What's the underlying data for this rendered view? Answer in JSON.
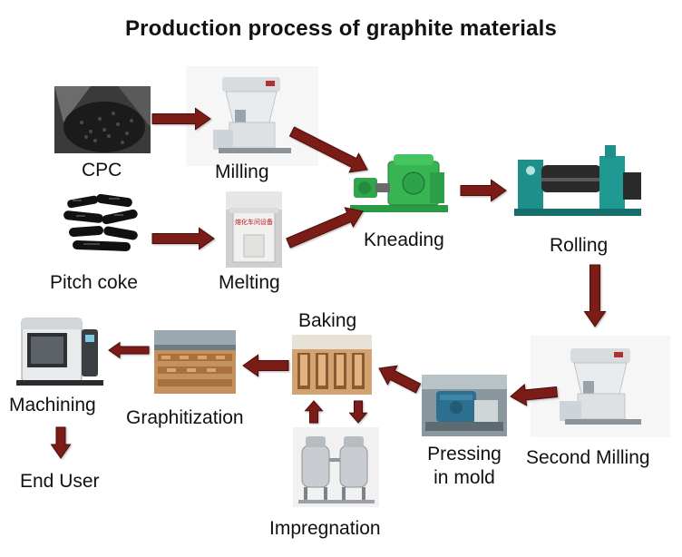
{
  "title": "Production process of graphite materials",
  "labels": {
    "cpc": "CPC",
    "milling": "Milling",
    "pitch_coke": "Pitch coke",
    "melting": "Melting",
    "kneading": "Kneading",
    "rolling": "Rolling",
    "second_milling": "Second Milling",
    "pressing_line1": "Pressing",
    "pressing_line2": "in mold",
    "baking": "Baking",
    "impregnation": "Impregnation",
    "graphitization": "Graphitization",
    "machining": "Machining",
    "end_user": "End User"
  },
  "melting_sign_text": "熔化车间设备",
  "colors": {
    "arrow": "#7b1b14",
    "arrow_edge": "#4a0c08",
    "kneader_green": "#2fb04d",
    "rolling_teal": "#1e8f8a",
    "mill_white": "#e9ecee"
  },
  "icons": [
    "cpc-material-photo",
    "milling-machine-photo",
    "pitch-coke-photo",
    "melting-tank-photo",
    "kneading-machine-photo",
    "rolling-mill-photo",
    "second-milling-machine-photo",
    "pressing-machine-photo",
    "baking-furnace-photo",
    "impregnation-tanks-photo",
    "graphitization-furnace-photo",
    "cnc-machining-center-photo"
  ]
}
